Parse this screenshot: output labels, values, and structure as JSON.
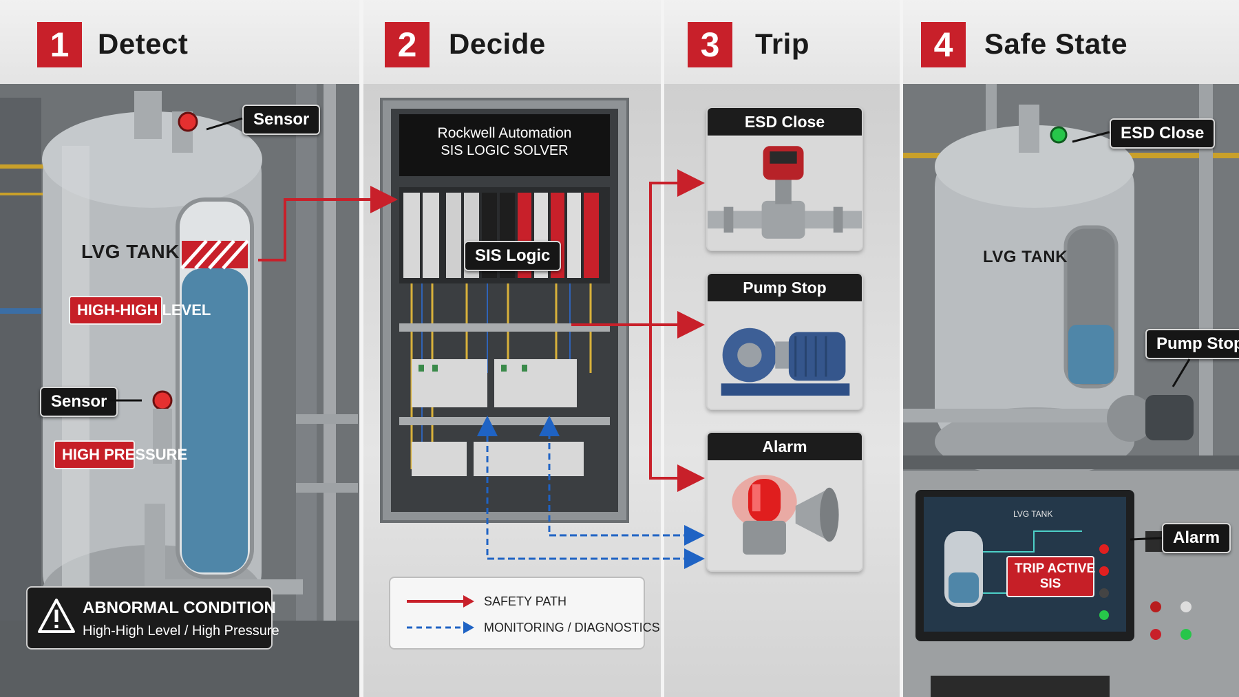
{
  "steps": [
    {
      "number": "1",
      "title": "Detect"
    },
    {
      "number": "2",
      "title": "Decide"
    },
    {
      "number": "3",
      "title": "Trip"
    },
    {
      "number": "4",
      "title": "Safe State"
    }
  ],
  "detect": {
    "tank_label": "LVG TANK",
    "sensor_top": "Sensor",
    "sensor_bottom": "Sensor",
    "high_high_level": "HIGH-HIGH LEVEL",
    "high_pressure": "HIGH PRESSURE",
    "warning_title": "ABNORMAL CONDITION",
    "warning_subtitle": "High-High Level / High Pressure"
  },
  "decide": {
    "cabinet_title_line1": "Rockwell Automation",
    "cabinet_title_line2": "SIS LOGIC SOLVER",
    "sis_logic": "SIS Logic",
    "legend_safety": "SAFETY PATH",
    "legend_monitoring": "MONITORING / DIAGNOSTICS"
  },
  "trip": {
    "cards": [
      "ESD Close",
      "Pump Stop",
      "Alarm"
    ]
  },
  "safe_state": {
    "tank_label": "LVG TANK",
    "esd_close": "ESD Close",
    "pump_stop": "Pump Stop",
    "alarm": "Alarm",
    "hmi_title": "LVG TANK",
    "trip_line1": "TRIP ACTIVE",
    "trip_line2": "SIS"
  },
  "colors": {
    "accent_red": "#c8202a",
    "monitor_blue": "#1f63c4",
    "indicator_green": "#27c64a"
  }
}
